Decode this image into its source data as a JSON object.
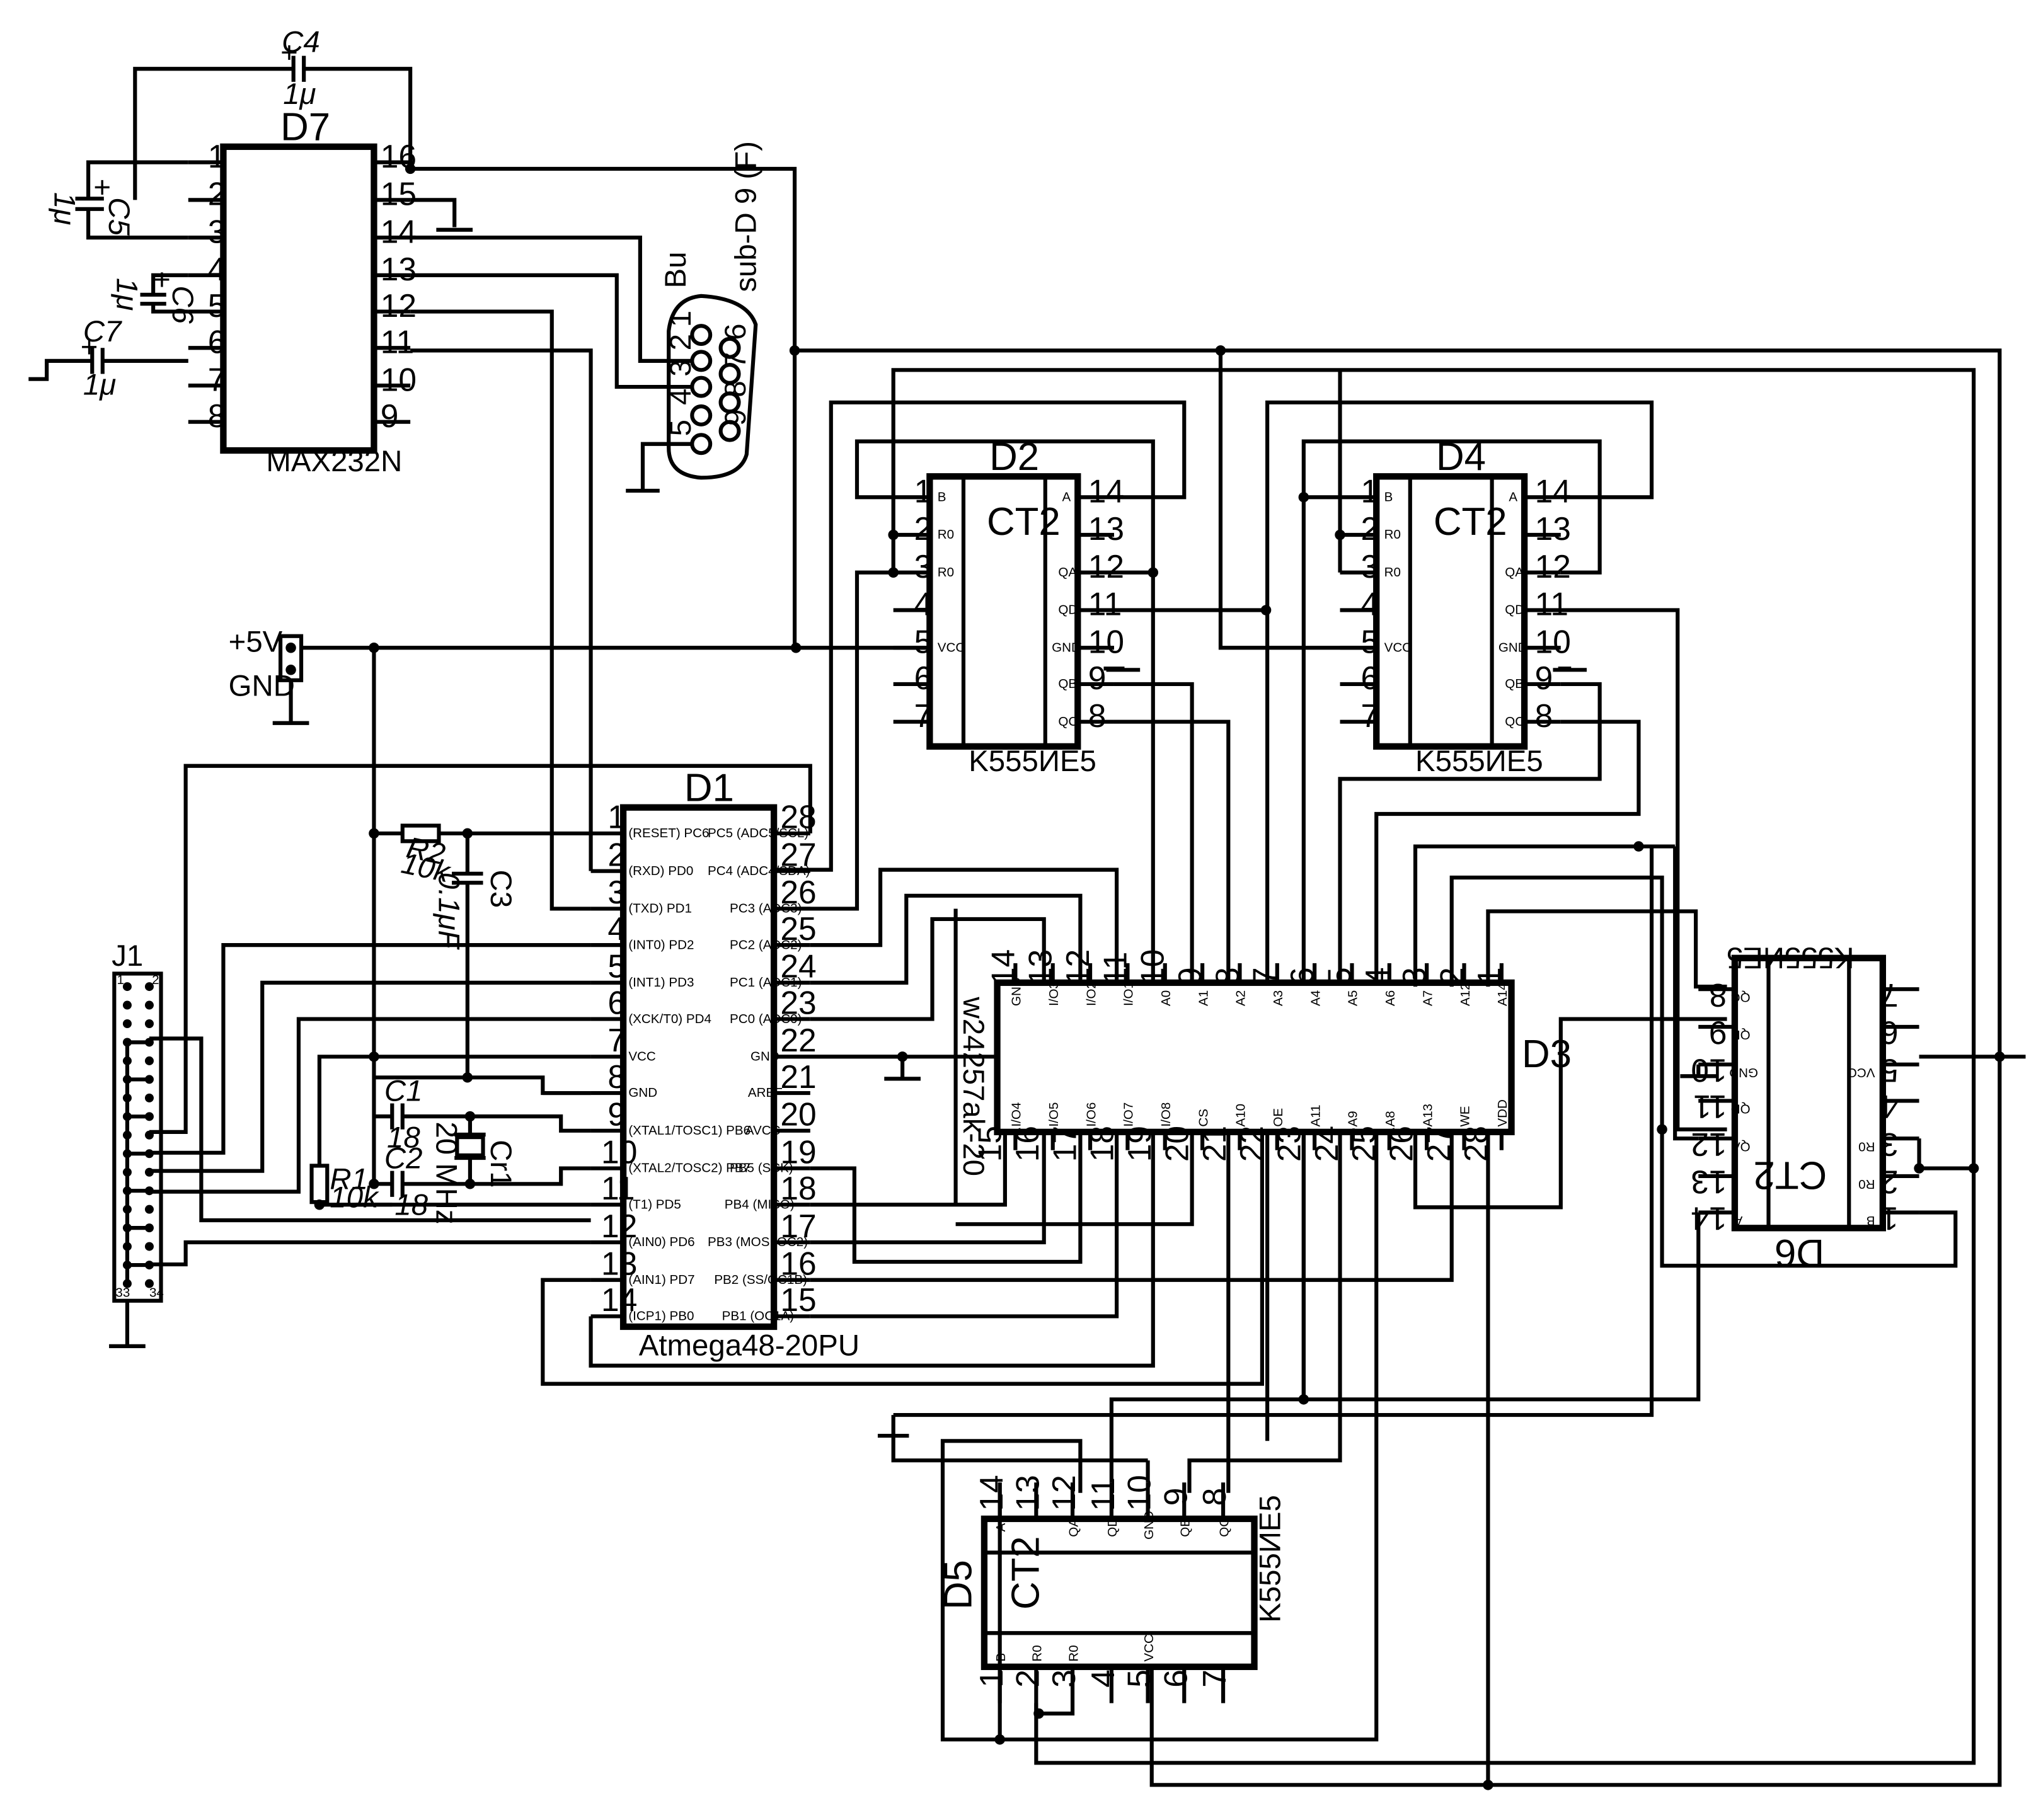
{
  "d7": {
    "ref": "D7",
    "part": "MAX232N",
    "pins": [
      "1",
      "2",
      "3",
      "4",
      "5",
      "6",
      "7",
      "8",
      "16",
      "15",
      "14",
      "13",
      "12",
      "11",
      "10",
      "9"
    ]
  },
  "db9": {
    "bu": "Bu",
    "type": "sub-D 9 (F)",
    "pins": [
      "1",
      "2",
      "3",
      "4",
      "5",
      "6",
      "7",
      "8",
      "9"
    ]
  },
  "power": {
    "vcc": "+5V",
    "gnd": "GND"
  },
  "ct2": {
    "left": [
      "1",
      "2",
      "3",
      "4",
      "5",
      "6",
      "7"
    ],
    "right": [
      "14",
      "13",
      "12",
      "11",
      "10",
      "9",
      "8"
    ],
    "lsig": [
      "B",
      "R0",
      "R0",
      "VCC"
    ],
    "rsig": [
      "A",
      "QA",
      "QD",
      "GND",
      "QB",
      "QC"
    ]
  },
  "d2": {
    "ref": "D2",
    "type": "CT2",
    "part": "K555ИЕ5"
  },
  "d4": {
    "ref": "D4",
    "type": "CT2",
    "part": "K555ИЕ5"
  },
  "d5": {
    "ref": "D5",
    "type": "CT2",
    "part": "K555ИЕ5"
  },
  "d6": {
    "ref": "D6",
    "type": "CT2",
    "part": "K555ИЕ5"
  },
  "d1": {
    "ref": "D1",
    "part": "Atmega48-20PU",
    "lpins": [
      "1",
      "2",
      "3",
      "4",
      "5",
      "6",
      "7",
      "8",
      "9",
      "10",
      "11",
      "12",
      "13",
      "14"
    ],
    "rpins": [
      "28",
      "27",
      "26",
      "25",
      "24",
      "23",
      "22",
      "21",
      "20",
      "19",
      "18",
      "17",
      "16",
      "15"
    ],
    "lsig": [
      "(RESET) PC6",
      "(RXD) PD0",
      "(TXD) PD1",
      "(INT0) PD2",
      "(INT1) PD3",
      "(XCK/T0) PD4",
      "VCC",
      "GND",
      "(XTAL1/TOSC1) PB6",
      "(XTAL2/TOSC2) PB7",
      "(T1) PD5",
      "(AIN0) PD6",
      "(AIN1) PD7",
      "(ICP1) PB0"
    ],
    "rsig": [
      "PC5 (ADC5/SCL)",
      "PC4 (ADC4/SDA)",
      "PC3 (ADC3)",
      "PC2 (ADC2)",
      "PC1 (ADC1)",
      "PC0 (ADC0)",
      "GND",
      "AREF",
      "AVCC",
      "PB5 (SCK)",
      "PB4 (MISO)",
      "PB3 (MOSI/OC2)",
      "PB2 (SS/OC1B)",
      "PB1 (OC1A)"
    ]
  },
  "d3": {
    "ref": "D3",
    "part": "w24257ak-20",
    "top_pins": [
      "14",
      "13",
      "12",
      "11",
      "10",
      "9",
      "8",
      "7",
      "6",
      "5",
      "4",
      "3",
      "2",
      "1"
    ],
    "top_sig": [
      "GND",
      "I/O3",
      "I/O2",
      "I/O1",
      "A0",
      "A1",
      "A2",
      "A3",
      "A4",
      "A5",
      "A6",
      "A7",
      "A12",
      "A14"
    ],
    "bot_pins": [
      "15",
      "16",
      "17",
      "18",
      "19",
      "20",
      "21",
      "22",
      "23",
      "24",
      "25",
      "26",
      "27",
      "28"
    ],
    "bot_sig": [
      "I/O4",
      "I/O5",
      "I/O6",
      "I/O7",
      "I/O8",
      "CS",
      "A10",
      "OE",
      "A11",
      "A9",
      "A8",
      "A13",
      "WE",
      "VDD"
    ]
  },
  "j1": {
    "ref": "J1",
    "p1": "1",
    "p2": "2",
    "p33": "33",
    "p34": "34"
  },
  "passives": {
    "plus": "+",
    "c4": "C4",
    "c4_val": "1μ",
    "c5": "C5",
    "c5_val": "1μ",
    "c6": "C6",
    "c6_val": "1μ",
    "c7": "C7",
    "c7_val": "1μ",
    "r2": "R2",
    "r2_val": "10k",
    "c3": "C3",
    "c3_val": "0.1μF",
    "c1": "C1",
    "c1_val": "18",
    "c2": "C2",
    "c2_val": "18",
    "cr1": "Cr1",
    "cr1_val": "20 MHz",
    "r1": "R1",
    "r1_val": "10k"
  }
}
